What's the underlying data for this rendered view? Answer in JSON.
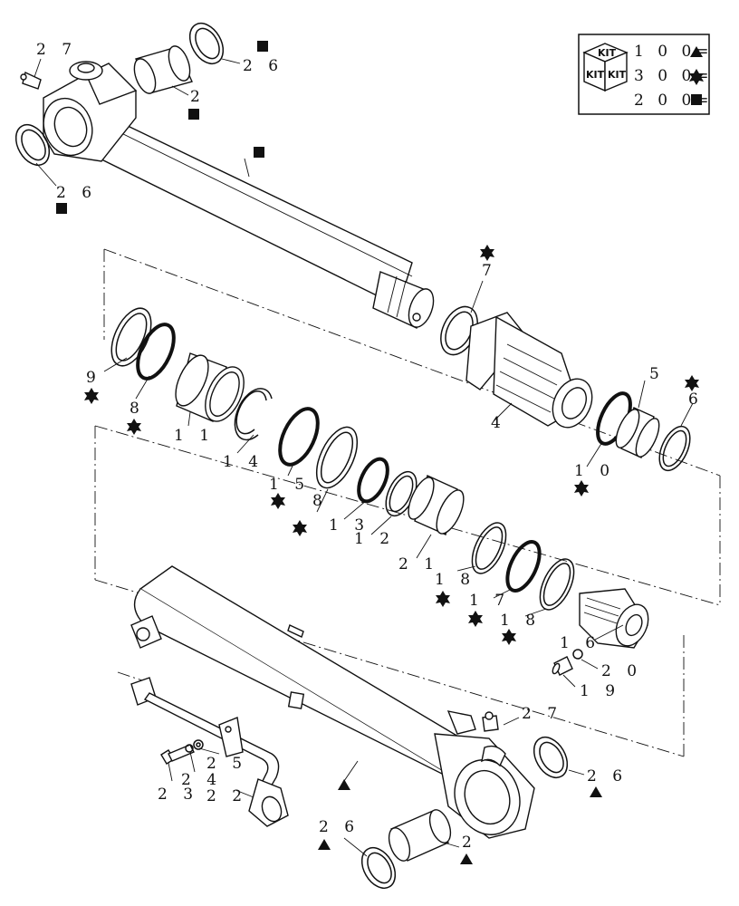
{
  "legend": {
    "kit_face_top": "KIT",
    "kit_face_left": "KIT",
    "kit_face_right": "KIT",
    "entries": [
      {
        "code": "1 0 0=",
        "symbol": "triangle"
      },
      {
        "code": "3 0 0=",
        "symbol": "star"
      },
      {
        "code": "2 0 0=",
        "symbol": "square"
      }
    ]
  },
  "callouts": [
    {
      "id": "27a",
      "text": "2 7"
    },
    {
      "id": "26a",
      "text": "2 6"
    },
    {
      "id": "2a",
      "text": "2"
    },
    {
      "id": "26b",
      "text": "2 6"
    },
    {
      "id": "7",
      "text": "7"
    },
    {
      "id": "9",
      "text": "9"
    },
    {
      "id": "8a",
      "text": "8"
    },
    {
      "id": "11",
      "text": "1 1"
    },
    {
      "id": "14",
      "text": "1 4"
    },
    {
      "id": "15",
      "text": "1 5"
    },
    {
      "id": "8b",
      "text": "8"
    },
    {
      "id": "13",
      "text": "1 3"
    },
    {
      "id": "12",
      "text": "1 2"
    },
    {
      "id": "21",
      "text": "2 1"
    },
    {
      "id": "4",
      "text": "4"
    },
    {
      "id": "5",
      "text": "5"
    },
    {
      "id": "6",
      "text": "6"
    },
    {
      "id": "10",
      "text": "1 0"
    },
    {
      "id": "18a",
      "text": "1 8"
    },
    {
      "id": "17",
      "text": "1 7"
    },
    {
      "id": "18b",
      "text": "1 8"
    },
    {
      "id": "16",
      "text": "1 6"
    },
    {
      "id": "20",
      "text": "2 0"
    },
    {
      "id": "19",
      "text": "1 9"
    },
    {
      "id": "27b",
      "text": "2 7"
    },
    {
      "id": "25",
      "text": "2 5"
    },
    {
      "id": "24",
      "text": "2 4"
    },
    {
      "id": "23",
      "text": "2 3"
    },
    {
      "id": "22",
      "text": "2 2"
    },
    {
      "id": "26c",
      "text": "2 6"
    },
    {
      "id": "26d",
      "text": "2 6"
    },
    {
      "id": "2b",
      "text": "2"
    }
  ]
}
